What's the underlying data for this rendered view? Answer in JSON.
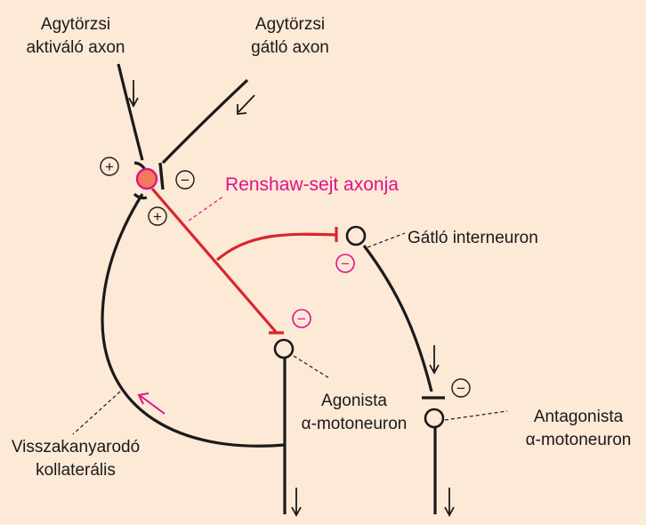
{
  "colors": {
    "background": "#fce9d6",
    "line": "#1a1a1a",
    "renshaw": "#d8262e",
    "magenta": "#e0128a",
    "renshaw_cell_fill": "#f47a5c"
  },
  "labels": {
    "brainstem_activating": [
      "Agytörzsi",
      "aktiváló axon"
    ],
    "brainstem_inhibitory": [
      "Agytörzsi",
      "gátló axon"
    ],
    "renshaw_axon": "Renshaw-sejt axonja",
    "inhibitory_interneuron": "Gátló interneuron",
    "agonist": [
      "Agonista",
      "α-motoneuron"
    ],
    "antagonist": [
      "Antagonista",
      "α-motoneuron"
    ],
    "recurrent_collateral": [
      "Visszakanyarodó",
      "kollaterális"
    ]
  },
  "signs": {
    "plus": "+",
    "minus": "−"
  }
}
